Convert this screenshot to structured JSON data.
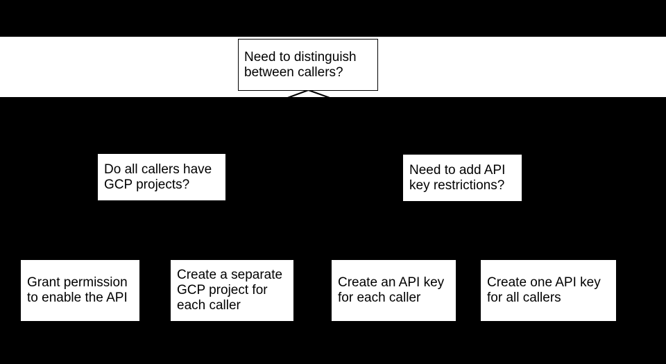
{
  "flowchart": {
    "root_question": {
      "text": "Need to distinguish\nbetween callers?"
    },
    "left_question": {
      "text": "Do all callers have\nGCP projects?"
    },
    "right_question": {
      "text": "Need to add API\nkey restrictions?"
    },
    "outcomes": [
      {
        "text": "Grant permission\nto enable the API"
      },
      {
        "text": "Create a separate\nGCP project for\neach caller"
      },
      {
        "text": "Create an API key\nfor each caller"
      },
      {
        "text": "Create one API key\nfor all callers"
      }
    ],
    "icons": {
      "branch_connector": "inverted-v-lines"
    },
    "colors": {
      "background": "#000000",
      "band": "#ffffff",
      "node_fill": "#ffffff",
      "node_border": "#000000",
      "text": "#000000"
    }
  }
}
